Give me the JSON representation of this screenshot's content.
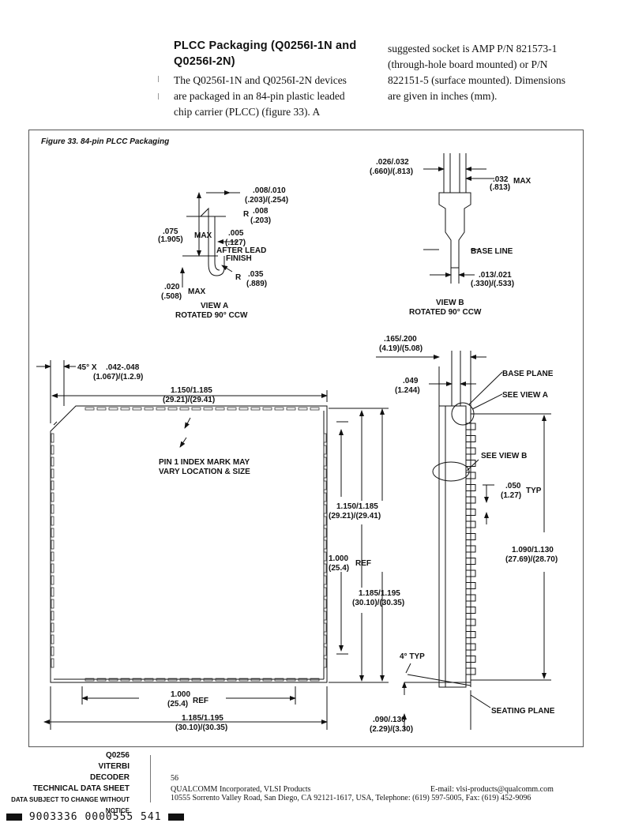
{
  "heading": {
    "line1": "PLCC Packaging (Q0256I-1N and",
    "line2": "Q0256I-2N)"
  },
  "body_col1": [
    "The Q0256I-1N and Q0256I-2N devices",
    "are packaged in an 84-pin plastic leaded",
    "chip carrier (PLCC) (figure 33). A"
  ],
  "body_col2": [
    "suggested socket is AMP P/N 821573-1",
    "(through-hole board mounted) or P/N",
    "822151-5 (surface mounted). Dimensions",
    "are given in inches (mm)."
  ],
  "figure": {
    "title": "Figure 33. 84-pin PLCC Packaging",
    "view_a": {
      "d1": ".008/.010",
      "d1mm": "(.203)/(.254)",
      "r1_label": "R",
      "r1": ".008",
      "r1mm": "(.203)",
      "d2": ".075",
      "d2mm": "(1.905)",
      "d2_max": "MAX",
      "d3": ".005",
      "d3mm": "(.127)",
      "after1": "AFTER LEAD",
      "after2": "FINISH",
      "r2_label": "R",
      "r2": ".035",
      "r2mm": "(.889)",
      "d4": ".020",
      "d4mm": "(.508)",
      "d4_max": "MAX",
      "caption1": "VIEW A",
      "caption2": "ROTATED 90° CCW"
    },
    "view_b": {
      "d1": ".026/.032",
      "d1mm": "(.660)/(.813)",
      "d2": ".032",
      "d2mm": "(.813)",
      "d2_max": "MAX",
      "base_line": "BASE LINE",
      "d3": ".013/.021",
      "d3mm": "(.330)/(.533)",
      "caption1": "VIEW B",
      "caption2": "ROTATED 90° CCW"
    },
    "top_view": {
      "chamfer": "45° X",
      "chamfer_val": ".042-.048",
      "chamfer_mm": "(1.067)/(1.2.9)",
      "width": "1.150/1.185",
      "width_mm": "(29.21)/(29.41)",
      "pin1_1": "PIN 1 INDEX MARK MAY",
      "pin1_2": "VARY LOCATION & SIZE",
      "inner_h": "1.150/1.185",
      "inner_h_mm": "(29.21)/(29.41)",
      "ref_v": "1.000",
      "ref_v_mm": "(25.4)",
      "ref_v_ref": "REF",
      "outer_h": "1.185/1.195",
      "outer_h_mm": "(30.10)/(30.35)",
      "ref_h": "1.000",
      "ref_h_mm": "(25.4)",
      "ref_h_ref": "REF",
      "outer_w": "1.185/1.195",
      "outer_w_mm": "(30.10)/(30.35)"
    },
    "side_view": {
      "h1": ".165/.200",
      "h1mm": "(4.19)/(5.08)",
      "base_plane": "BASE PLANE",
      "d049": ".049",
      "d049mm": "(1.244)",
      "see_a": "SEE VIEW A",
      "see_b": "SEE VIEW B",
      "pitch": ".050",
      "pitch_mm": "(1.27)",
      "pitch_typ": "TYP",
      "span": "1.090/1.130",
      "span_mm": "(27.69)/(28.70)",
      "angle": "4° TYP",
      "seating": "SEATING PLANE",
      "standoff": ".090/.130",
      "standoff_mm": "(2.29)/(3.30)"
    }
  },
  "footer": {
    "product1": "Q0256",
    "product2": "VITERBI",
    "product3": "DECODER",
    "doc_type": "TECHNICAL DATA SHEET",
    "notice": "DATA SUBJECT TO CHANGE WITHOUT NOTICE",
    "page": "56",
    "company1": "QUALCOMM Incorporated, VLSI Products",
    "company2": "10555 Sorrento Valley Road, San Diego, CA 92121-1617, USA, Telephone: (619) 597-5005, Fax: (619) 452-9096",
    "email": "E-mail: vlsi-products@qualcomm.com",
    "barcode_text": "9003336 0000555 541"
  }
}
